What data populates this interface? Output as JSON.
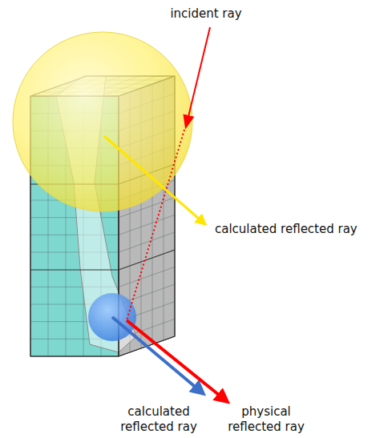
{
  "diagram": {
    "labels": [
      "incident ray",
      "calculated reflected ray",
      "calculated reflected ray",
      "physical reflected ray"
    ]
  }
}
